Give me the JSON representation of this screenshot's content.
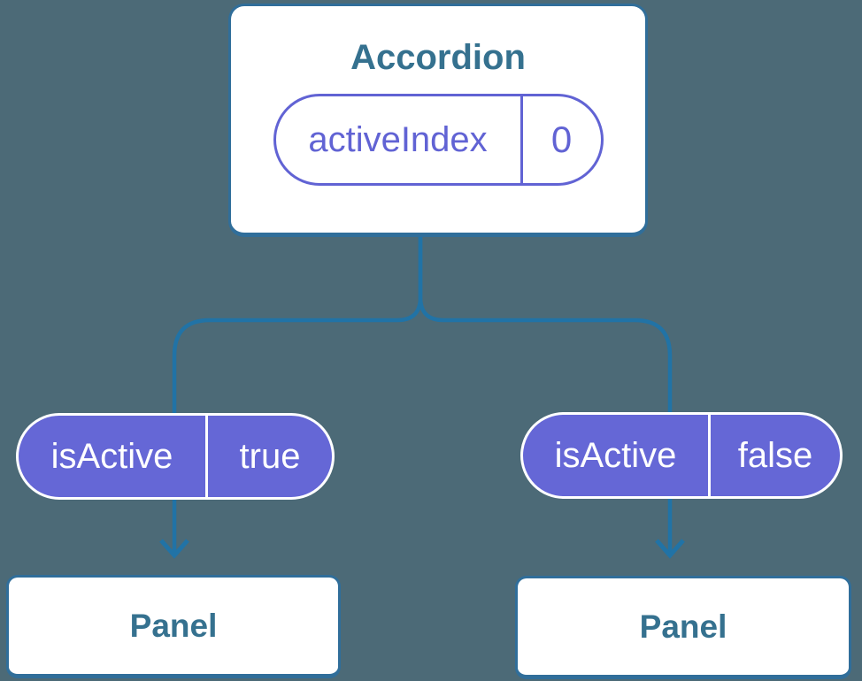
{
  "colors": {
    "background": "#4C6A77",
    "box-border": "#306E9A",
    "line": "#2173A6",
    "heading": "#35718F",
    "purple": "#6163D4",
    "purple-fill": "#6567D6",
    "white": "#FFFFFF"
  },
  "diagram": {
    "root": {
      "title": "Accordion",
      "state": {
        "name": "activeIndex",
        "value": "0"
      }
    },
    "children": [
      {
        "prop": {
          "name": "isActive",
          "value": "true"
        },
        "node": {
          "title": "Panel"
        }
      },
      {
        "prop": {
          "name": "isActive",
          "value": "false"
        },
        "node": {
          "title": "Panel"
        }
      }
    ]
  }
}
